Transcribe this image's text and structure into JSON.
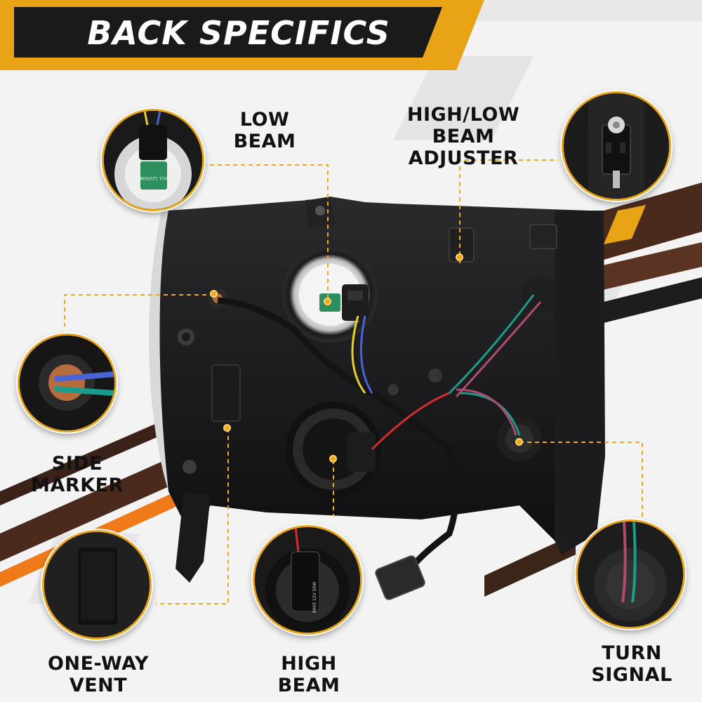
{
  "header": {
    "title": "BACK SPECIFICS"
  },
  "colors": {
    "accent_yellow": "#e8a317",
    "dark": "#1a1a1a",
    "background": "#f2f2f2",
    "stripe_brown": "#4a2a1c",
    "stripe_orange": "#f07a1a"
  },
  "callouts": {
    "low_beam": {
      "line1": "LOW",
      "line2": "BEAM"
    },
    "beam_adjuster": {
      "line1": "HIGH/LOW",
      "line2": "BEAM ADJUSTER"
    },
    "side_marker": {
      "line1": "SIDE",
      "line2": "MARKER"
    },
    "one_way_vent": {
      "line1": "ONE-WAY",
      "line2": "VENT"
    },
    "high_beam": {
      "line1": "HIGH",
      "line2": "BEAM"
    },
    "turn_signal": {
      "line1": "TURN",
      "line2": "SIGNAL"
    }
  },
  "bulb_labels": {
    "low_beam_bulb": "H11 12V55W",
    "high_beam_bulb": "9005 12V 55W"
  }
}
